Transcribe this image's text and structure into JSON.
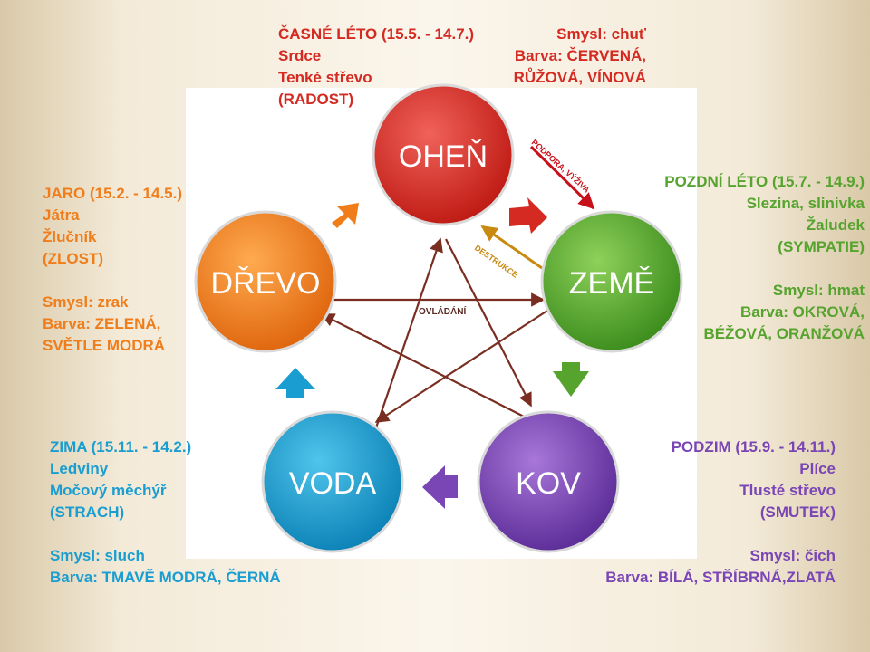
{
  "elements": {
    "fire": "OHEŇ",
    "earth": "ZEMĚ",
    "metal": "KOV",
    "water": "VODA",
    "wood": "DŘEVO"
  },
  "arrow_labels": {
    "support": "PODPORA, VÝŽIVA",
    "destruction": "DESTRUKCE",
    "control": "OVLÁDÁNÍ"
  },
  "seasons": {
    "early_summer": {
      "title": "ČASNÉ LÉTO (15.5. - 14.7.)",
      "sense": "Smysl:  chuť",
      "organs": [
        "Srdce",
        "Tenké střevo"
      ],
      "emotion": "(RADOST)",
      "color_lines": [
        "Barva: ČERVENÁ,",
        "RŮŽOVÁ, VÍNOVÁ"
      ]
    },
    "late_summer": {
      "title": "POZDNÍ LÉTO (15.7. - 14.9.)",
      "organs": [
        "Slezina, slinivka",
        "Žaludek"
      ],
      "emotion": "(SYMPATIE)",
      "sense": "Smysl: hmat",
      "color_lines": [
        "Barva: OKROVÁ,",
        "BÉŽOVÁ, ORANŽOVÁ"
      ]
    },
    "autumn": {
      "title": "PODZIM (15.9. - 14.11.)",
      "organs": [
        "Plíce",
        "Tlusté střevo"
      ],
      "emotion": "(SMUTEK)",
      "sense": "Smysl: čich",
      "color_lines": [
        "Barva: BÍLÁ, STŘÍBRNÁ,ZLATÁ"
      ]
    },
    "winter": {
      "title": "ZIMA (15.11. - 14.2.)",
      "organs": [
        "Ledviny",
        "Močový měchýř"
      ],
      "emotion": "(STRACH)",
      "sense": "Smysl: sluch",
      "color_lines": [
        "Barva: TMAVĚ MODRÁ, ČERNÁ"
      ]
    },
    "spring": {
      "title": "JARO (15.2. - 14.5.)",
      "organs": [
        "Játra",
        "Žlučník"
      ],
      "emotion": "(ZLOST)",
      "sense": "Smysl: zrak",
      "color_lines": [
        "Barva: ZELENÁ,",
        "SVĚTLE MODRÁ"
      ]
    }
  },
  "colors": {
    "fire": "#d42a22",
    "earth": "#56a32e",
    "metal": "#7a45b5",
    "water": "#1a9ed1",
    "wood": "#f07d1a",
    "control_arrow": "#7a2e22",
    "support_arrow": "#c8101a",
    "destruction_arrow": "#c88a10"
  }
}
